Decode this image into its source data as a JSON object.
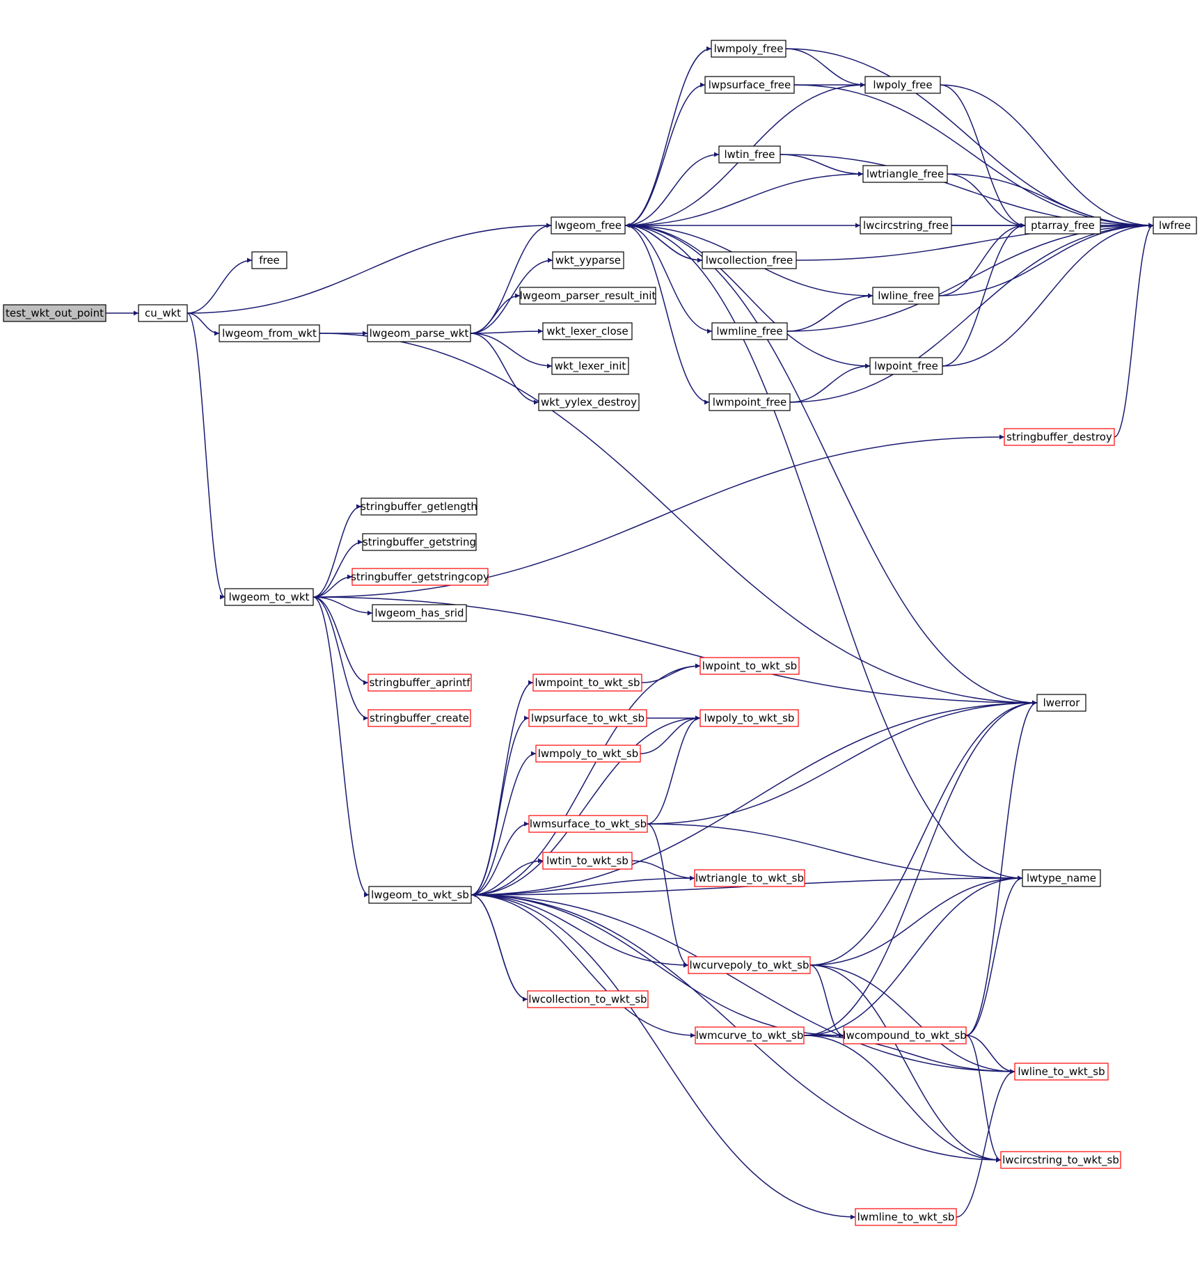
{
  "colors": {
    "edge": "#191970",
    "node_border_normal": "#000000",
    "node_border_truncated": "#ff0000",
    "node_fill_root": "#bfbfbf",
    "node_fill": "#ffffff"
  },
  "nodes": [
    {
      "id": "test_wkt_out_point",
      "label": "test_wkt_out_point",
      "style": "root"
    },
    {
      "id": "cu_wkt",
      "label": "cu_wkt",
      "style": "normal"
    },
    {
      "id": "free",
      "label": "free",
      "style": "normal"
    },
    {
      "id": "lwgeom_from_wkt",
      "label": "lwgeom_from_wkt",
      "style": "normal"
    },
    {
      "id": "lwgeom_to_wkt",
      "label": "lwgeom_to_wkt",
      "style": "normal"
    },
    {
      "id": "lwgeom_parse_wkt",
      "label": "lwgeom_parse_wkt",
      "style": "normal"
    },
    {
      "id": "lwgeom_free",
      "label": "lwgeom_free",
      "style": "normal"
    },
    {
      "id": "wkt_yyparse",
      "label": "wkt_yyparse",
      "style": "normal"
    },
    {
      "id": "lwgeom_parser_result_init",
      "label": "lwgeom_parser_result_init",
      "style": "normal"
    },
    {
      "id": "wkt_lexer_close",
      "label": "wkt_lexer_close",
      "style": "normal"
    },
    {
      "id": "wkt_lexer_init",
      "label": "wkt_lexer_init",
      "style": "normal"
    },
    {
      "id": "wkt_yylex_destroy",
      "label": "wkt_yylex_destroy",
      "style": "normal"
    },
    {
      "id": "lwmpoly_free",
      "label": "lwmpoly_free",
      "style": "normal"
    },
    {
      "id": "lwpsurface_free",
      "label": "lwpsurface_free",
      "style": "normal"
    },
    {
      "id": "lwtin_free",
      "label": "lwtin_free",
      "style": "normal"
    },
    {
      "id": "lwcollection_free",
      "label": "lwcollection_free",
      "style": "normal"
    },
    {
      "id": "lwmline_free",
      "label": "lwmline_free",
      "style": "normal"
    },
    {
      "id": "lwmpoint_free",
      "label": "lwmpoint_free",
      "style": "normal"
    },
    {
      "id": "lwpoly_free",
      "label": "lwpoly_free",
      "style": "normal"
    },
    {
      "id": "lwtriangle_free",
      "label": "lwtriangle_free",
      "style": "normal"
    },
    {
      "id": "lwcircstring_free",
      "label": "lwcircstring_free",
      "style": "normal"
    },
    {
      "id": "lwline_free",
      "label": "lwline_free",
      "style": "normal"
    },
    {
      "id": "lwpoint_free",
      "label": "lwpoint_free",
      "style": "normal"
    },
    {
      "id": "ptarray_free",
      "label": "ptarray_free",
      "style": "normal"
    },
    {
      "id": "lwfree",
      "label": "lwfree",
      "style": "normal"
    },
    {
      "id": "stringbuffer_destroy",
      "label": "stringbuffer_destroy",
      "style": "truncated"
    },
    {
      "id": "stringbuffer_getlength",
      "label": "stringbuffer_getlength",
      "style": "normal"
    },
    {
      "id": "stringbuffer_getstring",
      "label": "stringbuffer_getstring",
      "style": "normal"
    },
    {
      "id": "stringbuffer_getstringcopy",
      "label": "stringbuffer_getstringcopy",
      "style": "truncated"
    },
    {
      "id": "lwgeom_has_srid",
      "label": "lwgeom_has_srid",
      "style": "normal"
    },
    {
      "id": "stringbuffer_aprintf",
      "label": "stringbuffer_aprintf",
      "style": "truncated"
    },
    {
      "id": "stringbuffer_create",
      "label": "stringbuffer_create",
      "style": "truncated"
    },
    {
      "id": "lwgeom_to_wkt_sb",
      "label": "lwgeom_to_wkt_sb",
      "style": "normal"
    },
    {
      "id": "lwmpoint_to_wkt_sb",
      "label": "lwmpoint_to_wkt_sb",
      "style": "truncated"
    },
    {
      "id": "lwpsurface_to_wkt_sb",
      "label": "lwpsurface_to_wkt_sb",
      "style": "truncated"
    },
    {
      "id": "lwmpoly_to_wkt_sb",
      "label": "lwmpoly_to_wkt_sb",
      "style": "truncated"
    },
    {
      "id": "lwmsurface_to_wkt_sb",
      "label": "lwmsurface_to_wkt_sb",
      "style": "truncated"
    },
    {
      "id": "lwtin_to_wkt_sb",
      "label": "lwtin_to_wkt_sb",
      "style": "truncated"
    },
    {
      "id": "lwcurvepoly_to_wkt_sb",
      "label": "lwcurvepoly_to_wkt_sb",
      "style": "truncated"
    },
    {
      "id": "lwcollection_to_wkt_sb",
      "label": "lwcollection_to_wkt_sb",
      "style": "truncated"
    },
    {
      "id": "lwmcurve_to_wkt_sb",
      "label": "lwmcurve_to_wkt_sb",
      "style": "truncated"
    },
    {
      "id": "lwmline_to_wkt_sb",
      "label": "lwmline_to_wkt_sb",
      "style": "truncated"
    },
    {
      "id": "lwpoint_to_wkt_sb",
      "label": "lwpoint_to_wkt_sb",
      "style": "truncated"
    },
    {
      "id": "lwpoly_to_wkt_sb",
      "label": "lwpoly_to_wkt_sb",
      "style": "truncated"
    },
    {
      "id": "lwtriangle_to_wkt_sb",
      "label": "lwtriangle_to_wkt_sb",
      "style": "truncated"
    },
    {
      "id": "lwcompound_to_wkt_sb",
      "label": "lwcompound_to_wkt_sb",
      "style": "truncated"
    },
    {
      "id": "lwline_to_wkt_sb",
      "label": "lwline_to_wkt_sb",
      "style": "truncated"
    },
    {
      "id": "lwcircstring_to_wkt_sb",
      "label": "lwcircstring_to_wkt_sb",
      "style": "truncated"
    },
    {
      "id": "lwerror",
      "label": "lwerror",
      "style": "normal"
    },
    {
      "id": "lwtype_name",
      "label": "lwtype_name",
      "style": "normal"
    }
  ],
  "edges": [
    [
      "test_wkt_out_point",
      "cu_wkt"
    ],
    [
      "cu_wkt",
      "free"
    ],
    [
      "cu_wkt",
      "lwgeom_free"
    ],
    [
      "cu_wkt",
      "lwgeom_from_wkt"
    ],
    [
      "cu_wkt",
      "lwgeom_to_wkt"
    ],
    [
      "lwgeom_from_wkt",
      "lwgeom_parse_wkt"
    ],
    [
      "lwgeom_from_wkt",
      "lwerror"
    ],
    [
      "lwgeom_parse_wkt",
      "lwgeom_free"
    ],
    [
      "lwgeom_parse_wkt",
      "wkt_yyparse"
    ],
    [
      "lwgeom_parse_wkt",
      "lwgeom_parser_result_init"
    ],
    [
      "lwgeom_parse_wkt",
      "wkt_lexer_close"
    ],
    [
      "lwgeom_parse_wkt",
      "wkt_lexer_init"
    ],
    [
      "lwgeom_parse_wkt",
      "wkt_yylex_destroy"
    ],
    [
      "lwgeom_free",
      "lwmpoly_free"
    ],
    [
      "lwgeom_free",
      "lwpsurface_free"
    ],
    [
      "lwgeom_free",
      "lwpoly_free"
    ],
    [
      "lwgeom_free",
      "lwtin_free"
    ],
    [
      "lwgeom_free",
      "lwtriangle_free"
    ],
    [
      "lwgeom_free",
      "lwcircstring_free"
    ],
    [
      "lwgeom_free",
      "lwcollection_free"
    ],
    [
      "lwgeom_free",
      "lwline_free"
    ],
    [
      "lwgeom_free",
      "lwmline_free"
    ],
    [
      "lwgeom_free",
      "lwpoint_free"
    ],
    [
      "lwgeom_free",
      "lwmpoint_free"
    ],
    [
      "lwgeom_free",
      "lwerror"
    ],
    [
      "lwgeom_free",
      "lwtype_name"
    ],
    [
      "lwcollection_free",
      "lwgeom_free"
    ],
    [
      "lwcollection_free",
      "lwfree"
    ],
    [
      "lwmpoly_free",
      "lwpoly_free"
    ],
    [
      "lwmpoly_free",
      "lwfree"
    ],
    [
      "lwpsurface_free",
      "lwpoly_free"
    ],
    [
      "lwpsurface_free",
      "lwfree"
    ],
    [
      "lwtin_free",
      "lwtriangle_free"
    ],
    [
      "lwtin_free",
      "lwfree"
    ],
    [
      "lwmline_free",
      "lwline_free"
    ],
    [
      "lwmline_free",
      "lwfree"
    ],
    [
      "lwmpoint_free",
      "lwpoint_free"
    ],
    [
      "lwmpoint_free",
      "lwfree"
    ],
    [
      "lwpoly_free",
      "ptarray_free"
    ],
    [
      "lwpoly_free",
      "lwfree"
    ],
    [
      "lwtriangle_free",
      "ptarray_free"
    ],
    [
      "lwtriangle_free",
      "lwfree"
    ],
    [
      "lwcircstring_free",
      "ptarray_free"
    ],
    [
      "lwcircstring_free",
      "lwfree"
    ],
    [
      "lwline_free",
      "ptarray_free"
    ],
    [
      "lwline_free",
      "lwfree"
    ],
    [
      "lwpoint_free",
      "ptarray_free"
    ],
    [
      "lwpoint_free",
      "lwfree"
    ],
    [
      "ptarray_free",
      "lwfree"
    ],
    [
      "stringbuffer_destroy",
      "lwfree"
    ],
    [
      "lwgeom_to_wkt",
      "stringbuffer_destroy"
    ],
    [
      "lwgeom_to_wkt",
      "stringbuffer_getlength"
    ],
    [
      "lwgeom_to_wkt",
      "stringbuffer_getstring"
    ],
    [
      "lwgeom_to_wkt",
      "stringbuffer_getstringcopy"
    ],
    [
      "lwgeom_to_wkt",
      "lwgeom_has_srid"
    ],
    [
      "lwgeom_to_wkt",
      "lwerror"
    ],
    [
      "lwgeom_to_wkt",
      "stringbuffer_aprintf"
    ],
    [
      "lwgeom_to_wkt",
      "stringbuffer_create"
    ],
    [
      "lwgeom_to_wkt",
      "lwgeom_to_wkt_sb"
    ],
    [
      "lwgeom_to_wkt_sb",
      "lwpoint_to_wkt_sb"
    ],
    [
      "lwgeom_to_wkt_sb",
      "lwmpoint_to_wkt_sb"
    ],
    [
      "lwgeom_to_wkt_sb",
      "lwpsurface_to_wkt_sb"
    ],
    [
      "lwgeom_to_wkt_sb",
      "lwmpoly_to_wkt_sb"
    ],
    [
      "lwgeom_to_wkt_sb",
      "lwpoly_to_wkt_sb"
    ],
    [
      "lwgeom_to_wkt_sb",
      "lwmsurface_to_wkt_sb"
    ],
    [
      "lwgeom_to_wkt_sb",
      "lwtin_to_wkt_sb"
    ],
    [
      "lwgeom_to_wkt_sb",
      "lwtriangle_to_wkt_sb"
    ],
    [
      "lwgeom_to_wkt_sb",
      "lwtype_name"
    ],
    [
      "lwgeom_to_wkt_sb",
      "lwcurvepoly_to_wkt_sb"
    ],
    [
      "lwgeom_to_wkt_sb",
      "lwcollection_to_wkt_sb"
    ],
    [
      "lwgeom_to_wkt_sb",
      "lwmcurve_to_wkt_sb"
    ],
    [
      "lwgeom_to_wkt_sb",
      "lwcompound_to_wkt_sb"
    ],
    [
      "lwgeom_to_wkt_sb",
      "lwline_to_wkt_sb"
    ],
    [
      "lwgeom_to_wkt_sb",
      "lwcircstring_to_wkt_sb"
    ],
    [
      "lwgeom_to_wkt_sb",
      "lwmline_to_wkt_sb"
    ],
    [
      "lwgeom_to_wkt_sb",
      "lwerror"
    ],
    [
      "lwcollection_to_wkt_sb",
      "lwgeom_to_wkt_sb"
    ],
    [
      "lwmpoint_to_wkt_sb",
      "lwpoint_to_wkt_sb"
    ],
    [
      "lwpsurface_to_wkt_sb",
      "lwpoly_to_wkt_sb"
    ],
    [
      "lwmpoly_to_wkt_sb",
      "lwpoly_to_wkt_sb"
    ],
    [
      "lwmsurface_to_wkt_sb",
      "lwpoly_to_wkt_sb"
    ],
    [
      "lwmsurface_to_wkt_sb",
      "lwerror"
    ],
    [
      "lwmsurface_to_wkt_sb",
      "lwtype_name"
    ],
    [
      "lwmsurface_to_wkt_sb",
      "lwcurvepoly_to_wkt_sb"
    ],
    [
      "lwtin_to_wkt_sb",
      "lwtriangle_to_wkt_sb"
    ],
    [
      "lwcurvepoly_to_wkt_sb",
      "lwerror"
    ],
    [
      "lwcurvepoly_to_wkt_sb",
      "lwtype_name"
    ],
    [
      "lwcurvepoly_to_wkt_sb",
      "lwcompound_to_wkt_sb"
    ],
    [
      "lwcurvepoly_to_wkt_sb",
      "lwline_to_wkt_sb"
    ],
    [
      "lwcurvepoly_to_wkt_sb",
      "lwcircstring_to_wkt_sb"
    ],
    [
      "lwmcurve_to_wkt_sb",
      "lwerror"
    ],
    [
      "lwmcurve_to_wkt_sb",
      "lwtype_name"
    ],
    [
      "lwmcurve_to_wkt_sb",
      "lwcompound_to_wkt_sb"
    ],
    [
      "lwmcurve_to_wkt_sb",
      "lwline_to_wkt_sb"
    ],
    [
      "lwmcurve_to_wkt_sb",
      "lwcircstring_to_wkt_sb"
    ],
    [
      "lwcompound_to_wkt_sb",
      "lwerror"
    ],
    [
      "lwcompound_to_wkt_sb",
      "lwtype_name"
    ],
    [
      "lwcompound_to_wkt_sb",
      "lwline_to_wkt_sb"
    ],
    [
      "lwcompound_to_wkt_sb",
      "lwcircstring_to_wkt_sb"
    ],
    [
      "lwmline_to_wkt_sb",
      "lwline_to_wkt_sb"
    ]
  ]
}
